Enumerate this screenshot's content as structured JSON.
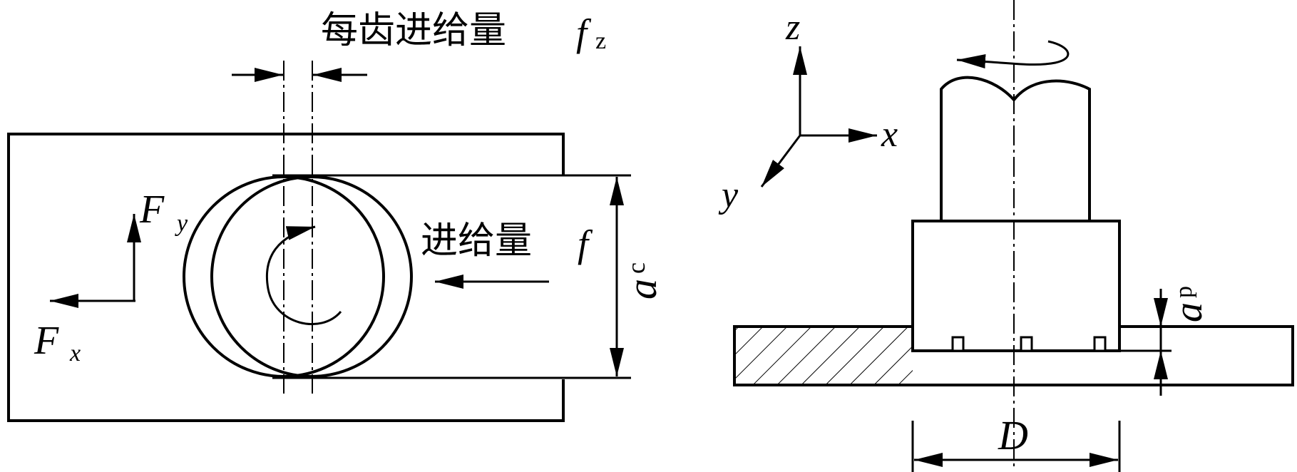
{
  "left_figure": {
    "feed_per_tooth_label": "每齿进给量",
    "feed_per_tooth_symbol": "f",
    "feed_per_tooth_sub": "z",
    "feed_label": "进给量",
    "feed_symbol": "f",
    "width_symbol": "a",
    "width_sub": "c",
    "force_y_symbol": "F",
    "force_y_sub": "y",
    "force_x_symbol": "F",
    "force_x_sub": "x"
  },
  "right_figure": {
    "axis_z": "z",
    "axis_x": "x",
    "axis_y": "y",
    "depth_symbol": "a",
    "depth_sub": "p",
    "diameter_symbol": "D"
  }
}
